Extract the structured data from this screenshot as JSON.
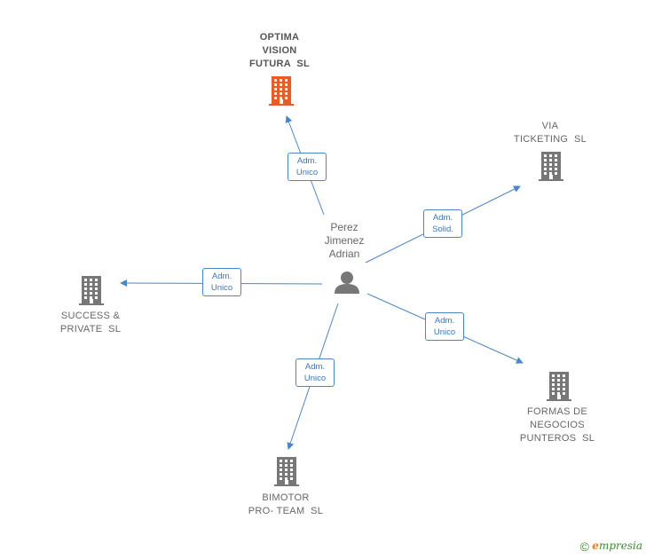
{
  "center": {
    "name": "Perez\nJimenez\nAdrian",
    "icon": "person-icon"
  },
  "companies": [
    {
      "id": "optima",
      "name": "OPTIMA\nVISION\nFUTURA  SL",
      "role_line1": "Adm.",
      "role_line2": "Unico",
      "color": "#ee5a24",
      "highlight": true
    },
    {
      "id": "via",
      "name": "VIA\nTICKETING  SL",
      "role_line1": "Adm.",
      "role_line2": "Solid.",
      "color": "#777777",
      "highlight": false
    },
    {
      "id": "success",
      "name": "SUCCESS &\nPRIVATE  SL",
      "role_line1": "Adm.",
      "role_line2": "Unico",
      "color": "#777777",
      "highlight": false
    },
    {
      "id": "formas",
      "name": "FORMAS DE\nNEGOCIOS\nPUNTEROS  SL",
      "role_line1": "Adm.",
      "role_line2": "Unico",
      "color": "#777777",
      "highlight": false
    },
    {
      "id": "bimotor",
      "name": "BIMOTOR\nPRO- TEAM  SL",
      "role_line1": "Adm.",
      "role_line2": "Unico",
      "color": "#777777",
      "highlight": false
    }
  ],
  "colors": {
    "edge": "#4a86c8",
    "building": "#777777",
    "building_highlight": "#ee5a24",
    "person": "#777777"
  },
  "footer": {
    "copyright": "©",
    "brand_initial": "e",
    "brand_rest": "mpresia"
  }
}
